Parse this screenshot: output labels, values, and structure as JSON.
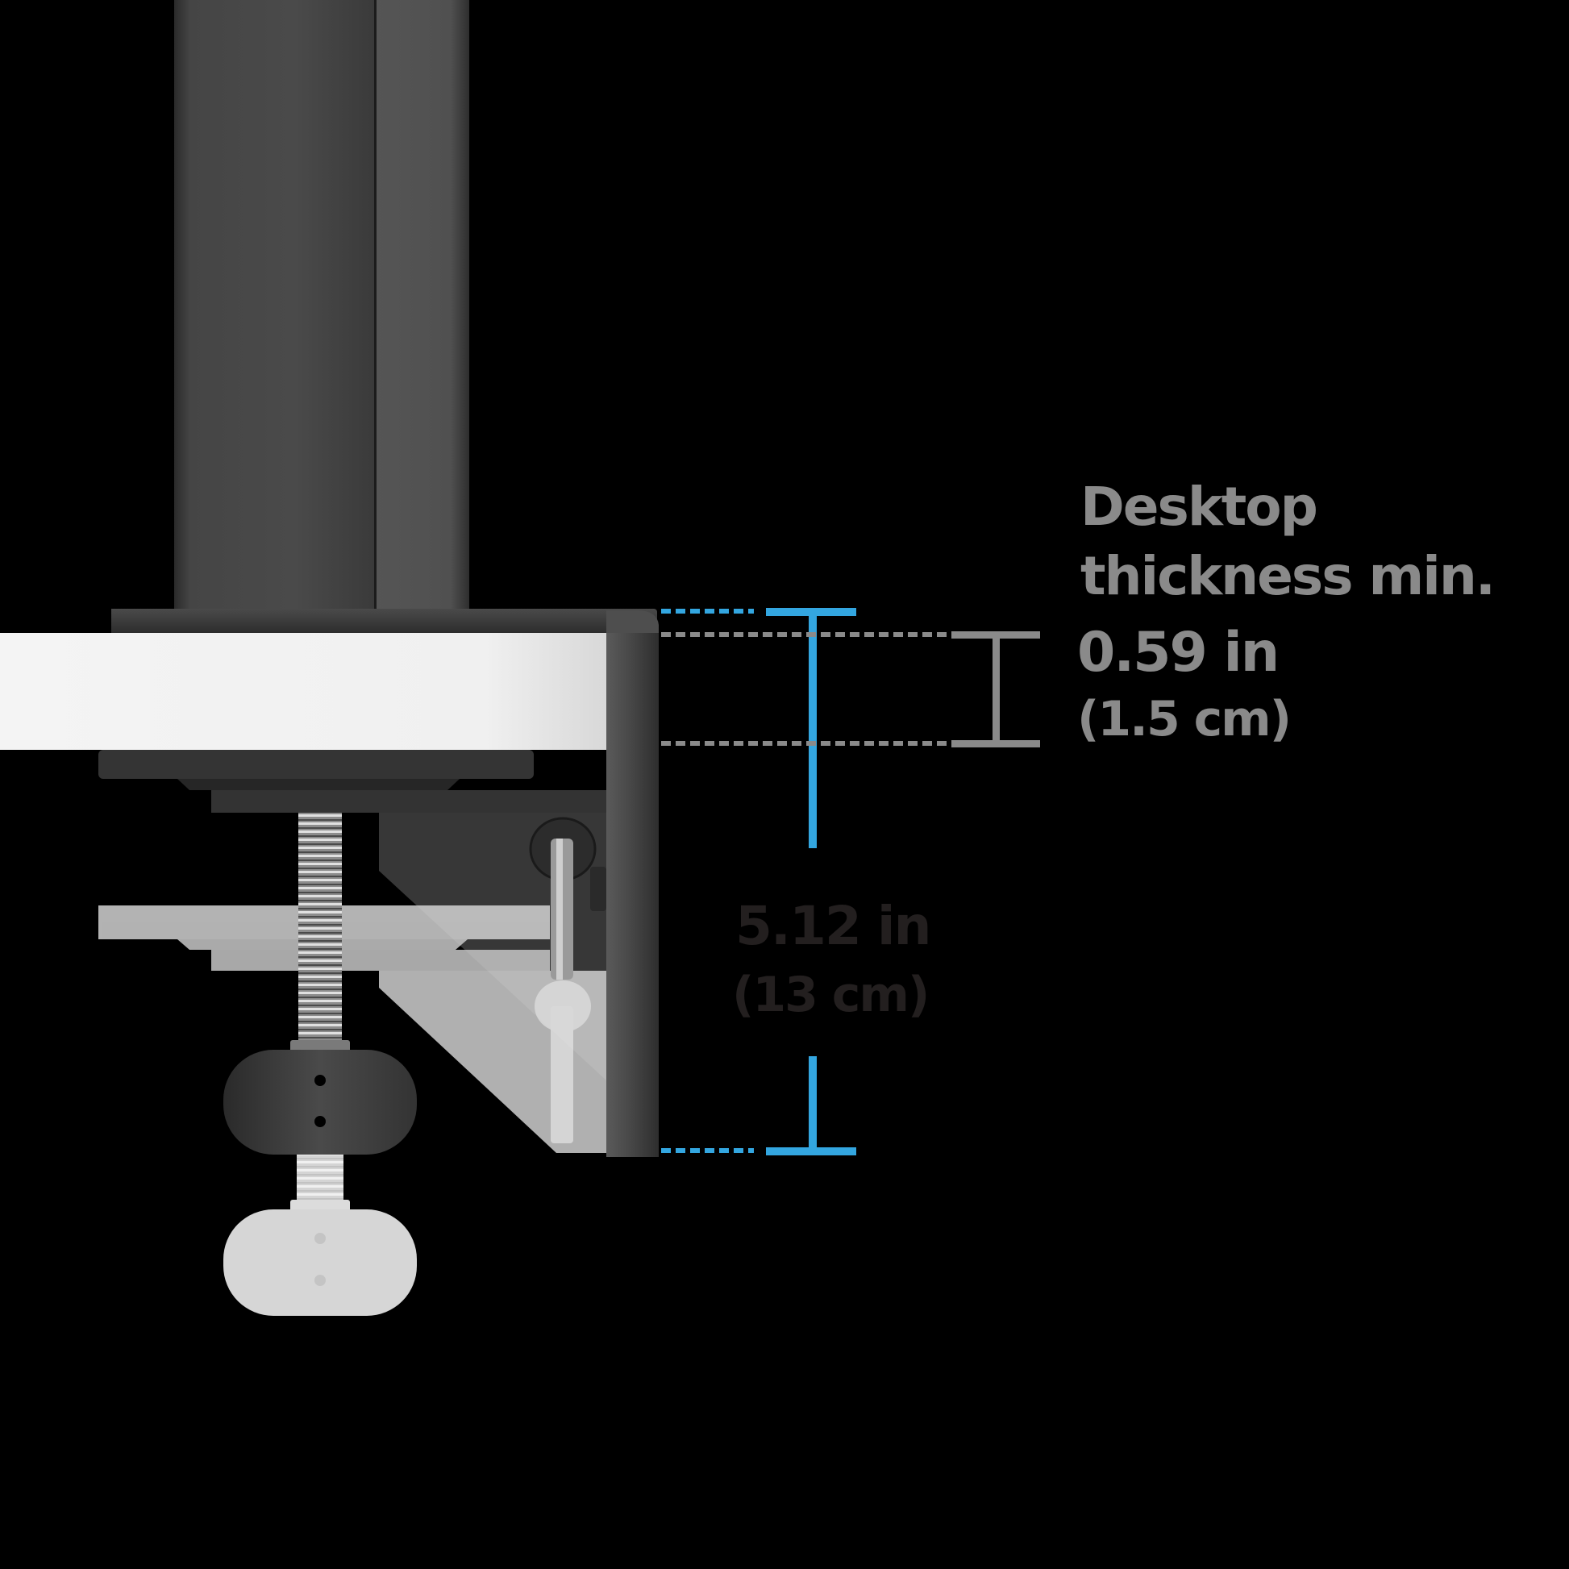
{
  "diagram": {
    "title": "Desk clamp dimensions",
    "background": "#000000",
    "colors": {
      "accent_blue": "#33a6e0",
      "dimension_grey": "#8a8a8a",
      "label_dark": "#231f1f",
      "metal_dark": "#3a3a3a",
      "desk_white": "#f2f2f2",
      "ghost_grey": "#cfcfcf"
    },
    "thickness_label": {
      "line1": "Desktop",
      "line2": "thickness min.",
      "value_in": "0.59 in",
      "value_cm": "(1.5 cm)"
    },
    "clamp_label": {
      "value_in": "5.12 in",
      "value_cm": "(13 cm)"
    },
    "components": [
      "pole",
      "top-plate",
      "desk-surface",
      "clamp-bracket",
      "lower-plate",
      "threaded-screw",
      "knob",
      "hex-key",
      "ghost-lowered-plate",
      "ghost-knob"
    ]
  }
}
